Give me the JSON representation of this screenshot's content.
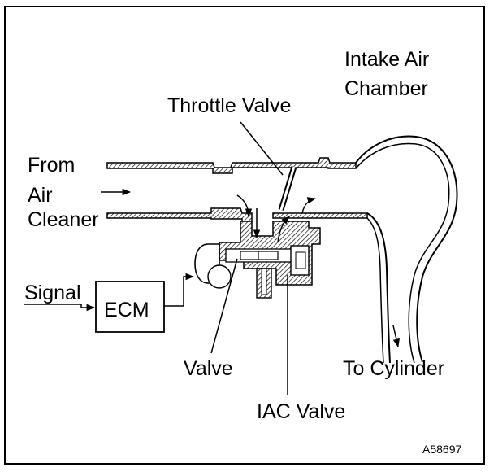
{
  "labels": {
    "intake_air_chamber_line1": "Intake Air",
    "intake_air_chamber_line2": "Chamber",
    "throttle_valve": "Throttle Valve",
    "from_air_cleaner_line1": "From",
    "from_air_cleaner_line2": "Air",
    "from_air_cleaner_line3": "Cleaner",
    "signal": "Signal",
    "ecm": "ECM",
    "valve": "Valve",
    "to_cylinder": "To Cylinder",
    "iac_valve": "IAC Valve",
    "figure_code": "A58697"
  }
}
